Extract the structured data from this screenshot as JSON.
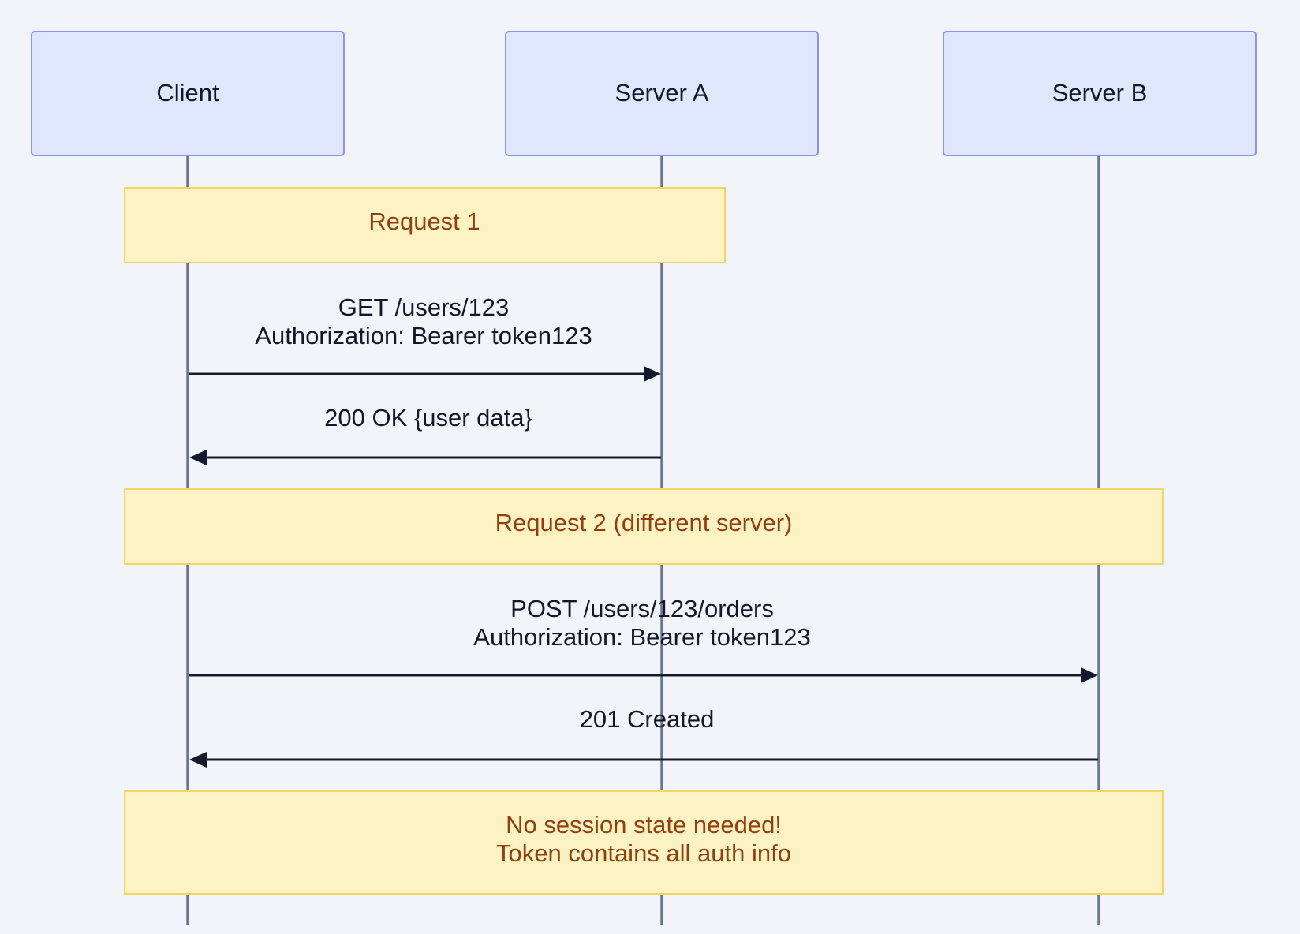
{
  "participants": [
    {
      "id": "client",
      "label": "Client"
    },
    {
      "id": "server_a",
      "label": "Server A"
    },
    {
      "id": "server_b",
      "label": "Server B"
    }
  ],
  "notes": [
    {
      "id": "note1",
      "lines": [
        "Request 1"
      ]
    },
    {
      "id": "note2",
      "lines": [
        "Request 2 (different server)"
      ]
    },
    {
      "id": "note3",
      "lines": [
        "No session state needed!",
        "Token contains all auth info"
      ]
    }
  ],
  "messages": [
    {
      "id": "msg1",
      "from": "client",
      "to": "server_a",
      "lines": [
        "GET /users/123",
        "Authorization: Bearer token123"
      ]
    },
    {
      "id": "msg2",
      "from": "server_a",
      "to": "client",
      "lines": [
        "200 OK {user data}"
      ]
    },
    {
      "id": "msg3",
      "from": "client",
      "to": "server_b",
      "lines": [
        "POST /users/123/orders",
        "Authorization: Bearer token123"
      ]
    },
    {
      "id": "msg4",
      "from": "server_b",
      "to": "client",
      "lines": [
        "201 Created"
      ]
    }
  ],
  "colors": {
    "background": "#f1f4f9",
    "actor_fill": "#e0e6fc",
    "actor_border": "#8b93ec",
    "note_fill": "#fdf2c4",
    "note_border": "#f4d466",
    "note_text": "#923f0f",
    "lifeline": "#6b778f",
    "arrow": "#141a2c"
  }
}
